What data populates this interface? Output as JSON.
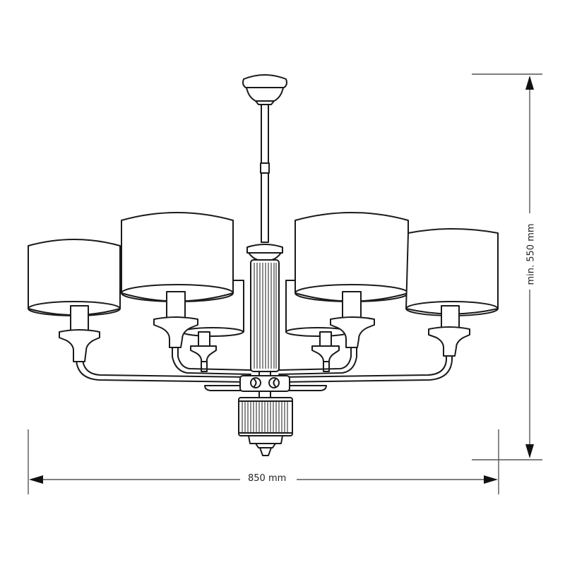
{
  "diagram": {
    "subject": "Chandelier with 6 drum shades",
    "dimensions": {
      "width_label": "850 mm",
      "height_label": "min. 550 mm"
    },
    "colors": {
      "line": "#1a1a1a",
      "dimension_line": "#555555",
      "background": "#ffffff"
    }
  }
}
